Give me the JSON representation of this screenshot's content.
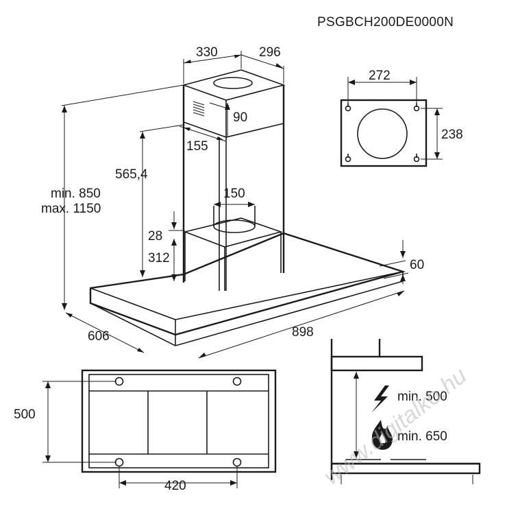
{
  "model_code": "PSGBCH200DE0000N",
  "dimensions": {
    "duct_width": "330",
    "duct_depth": "296",
    "outlet_offset_v": "90",
    "outlet_offset_h": "155",
    "chimney_height": "565,4",
    "height_range_min": "min. 850",
    "height_range_max": "max. 1150",
    "outlet_diameter": "150",
    "top_gap": "28",
    "motor_box_height": "312",
    "canopy_thickness": "60",
    "canopy_depth": "606",
    "canopy_width": "898",
    "bracket_width": "272",
    "bracket_height": "238",
    "bottom_depth": "500",
    "bottom_hole_spacing": "420"
  },
  "clearances": {
    "electric": "min. 500",
    "gas": "min. 650"
  },
  "watermark": "www.digitalko.hu",
  "icons": [
    "lightning-icon",
    "flame-icon"
  ]
}
